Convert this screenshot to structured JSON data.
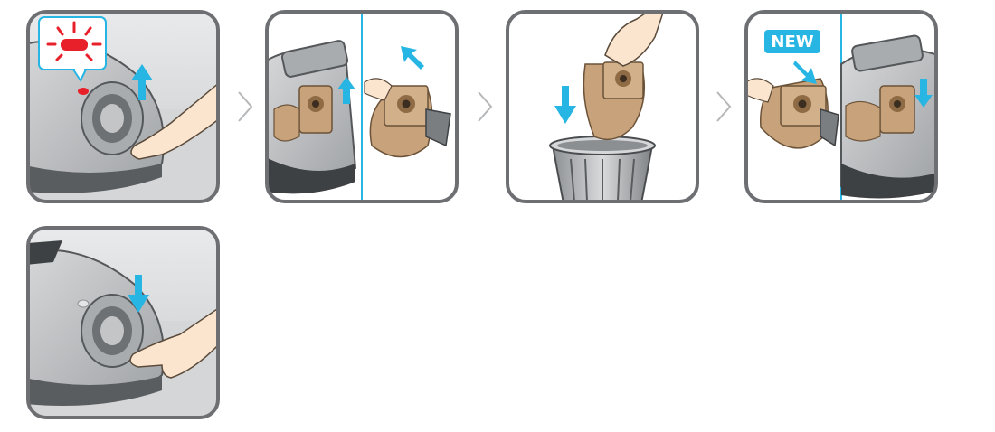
{
  "figure": {
    "steps": [
      {
        "id": 1,
        "icon": "bag-full-indicator-open-lid"
      },
      {
        "id": 2,
        "icon": "remove-dust-bag"
      },
      {
        "id": 3,
        "icon": "dispose-bag-in-bin"
      },
      {
        "id": 4,
        "icon": "insert-new-bag"
      },
      {
        "id": 5,
        "icon": "close-lid"
      }
    ],
    "new_badge_text": "NEW",
    "colors": {
      "frame": "#6d6f73",
      "accent": "#27b6e3",
      "indicator": "#e8202a",
      "bag": "#c7a27a",
      "body_gray": "#bdbfc1",
      "skin": "#fbe5cf"
    }
  }
}
